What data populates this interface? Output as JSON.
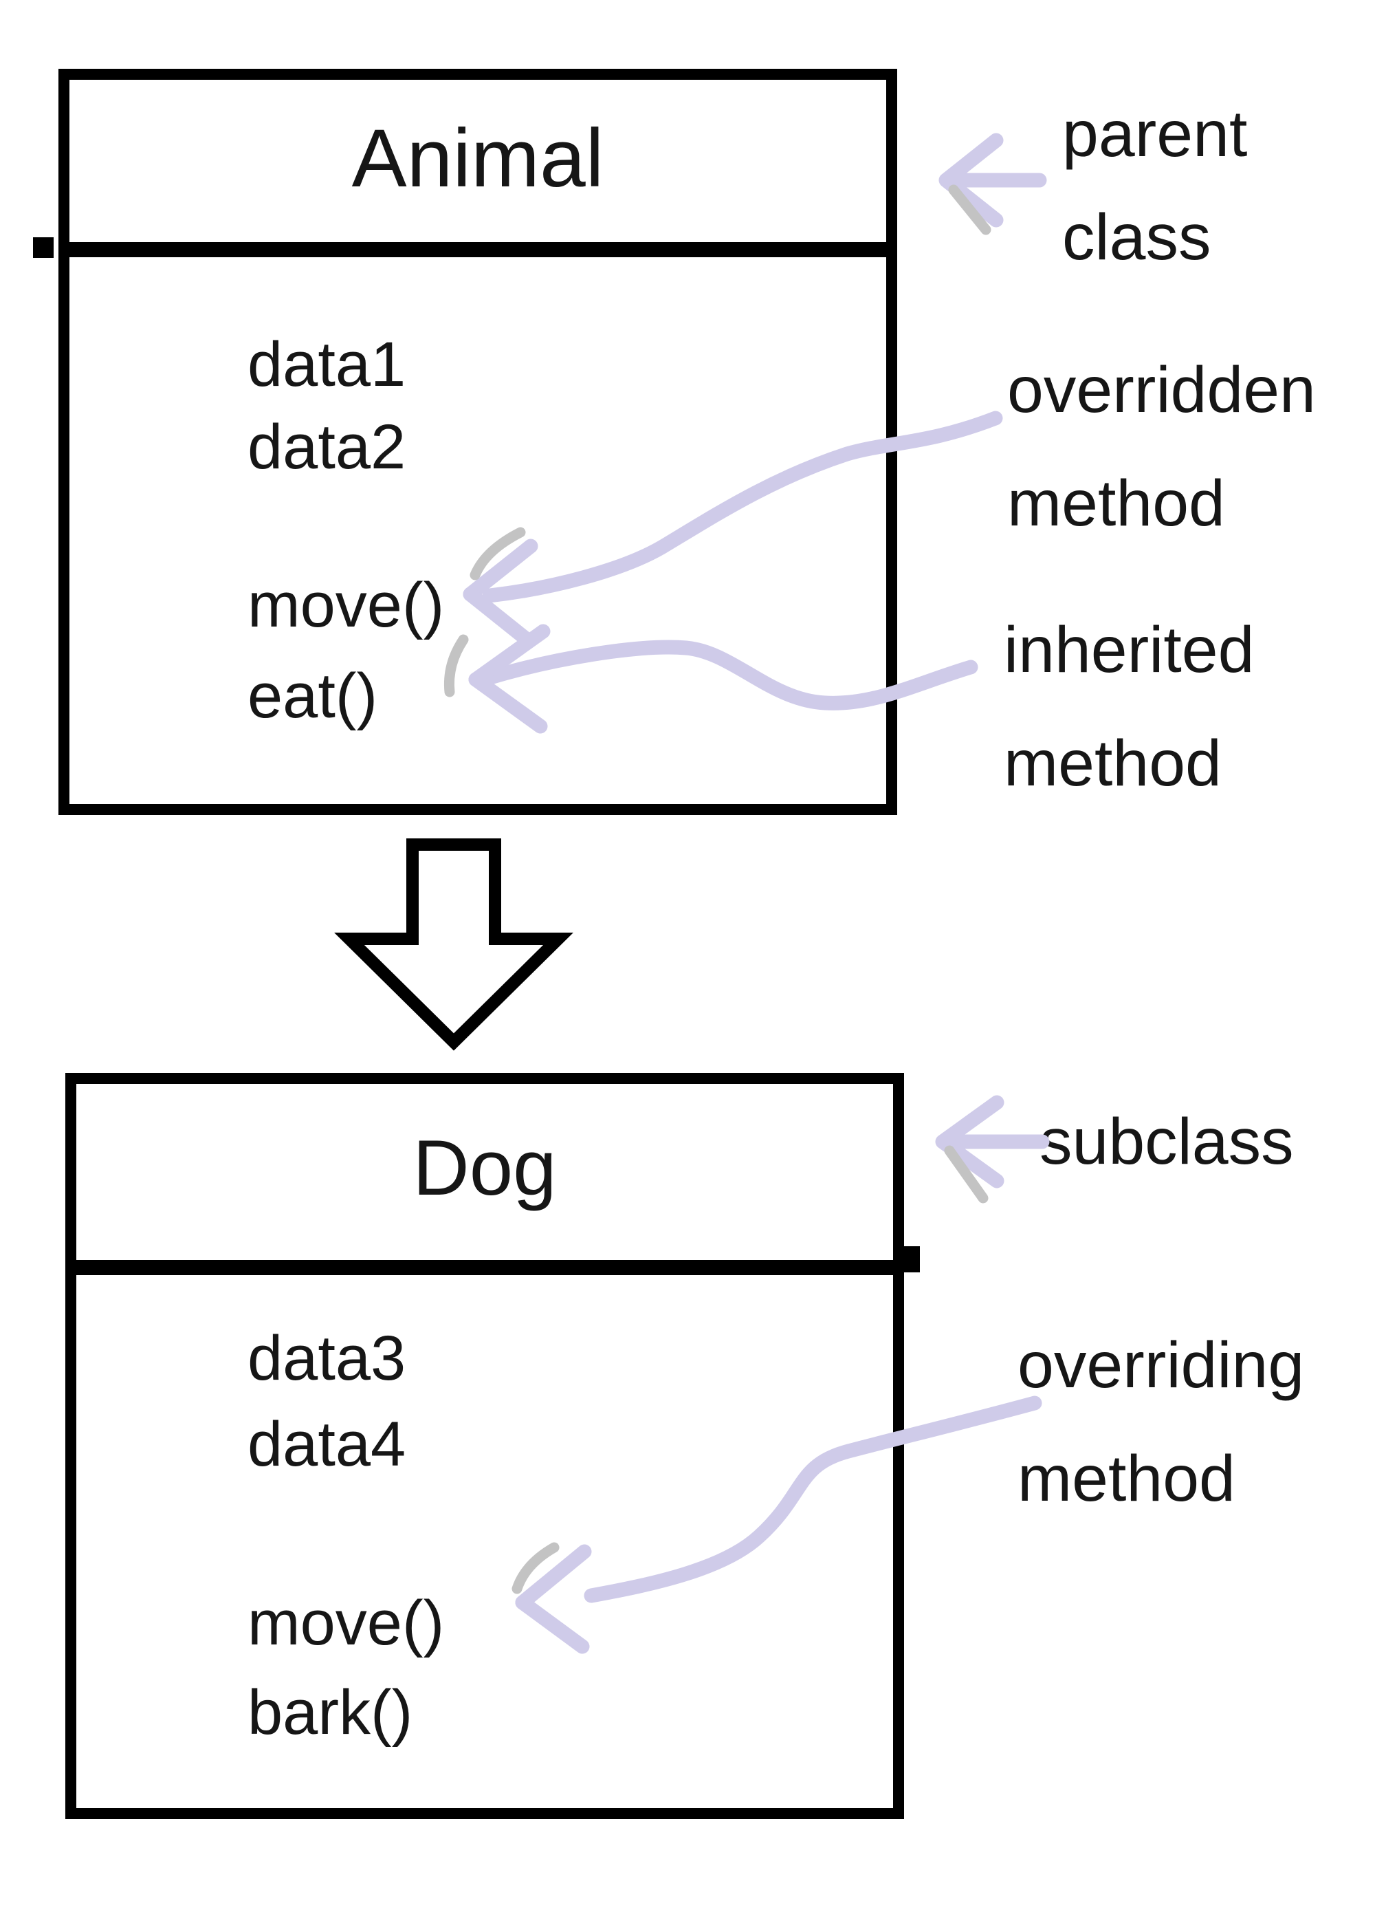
{
  "diagram": {
    "animal_box": {
      "title": "Animal",
      "fields": [
        "data1",
        "data2"
      ],
      "methods": [
        "move()",
        "eat()"
      ]
    },
    "dog_box": {
      "title": "Dog",
      "fields": [
        "data3",
        "data4"
      ],
      "methods": [
        "move()",
        "bark()"
      ]
    },
    "annotations": {
      "parent_class": {
        "line1": "parent",
        "line2": "class"
      },
      "overridden_method": {
        "line1": "overridden",
        "line2": "method"
      },
      "inherited_method": {
        "line1": "inherited",
        "line2": "method"
      },
      "subclass": {
        "line1": "subclass"
      },
      "overriding_method": {
        "line1": "overriding",
        "line2": "method"
      }
    },
    "icons": {
      "inheritance": "block-arrow-down",
      "annotation": "hand-drawn-left-arrow"
    },
    "colors": {
      "annotation_arrow": "#cfcbe9",
      "arrow_artifact_gray": "#c3c3c3",
      "box_border": "#000000",
      "text": "#161616",
      "background": "#ffffff"
    }
  }
}
